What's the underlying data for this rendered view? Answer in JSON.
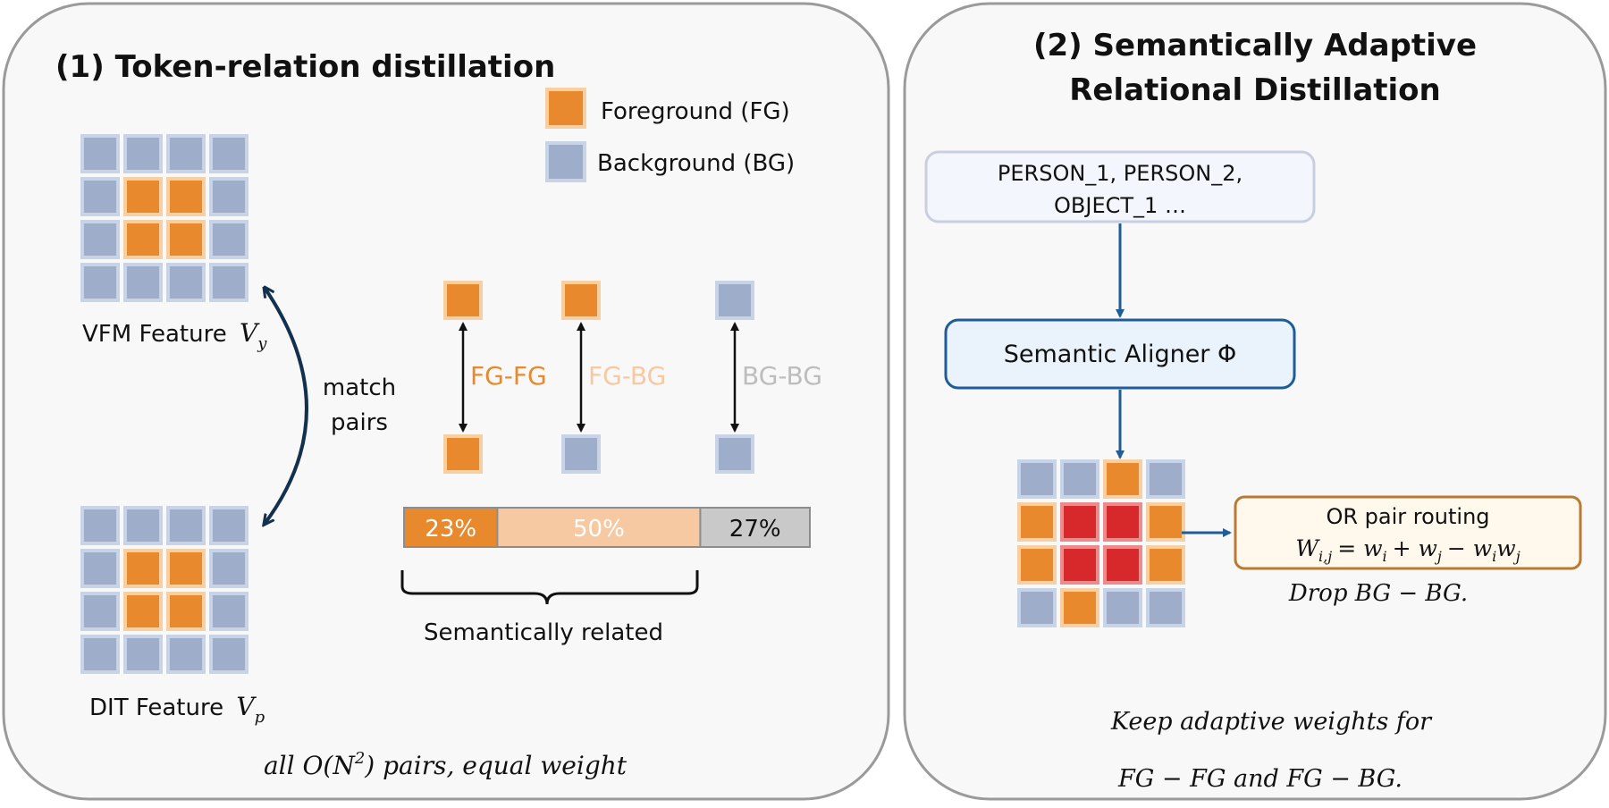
{
  "colors": {
    "fg": "#E8892E",
    "fg_border": "#F7CFA0",
    "bg": "#9EADC9",
    "bg_border": "#C9D3E6",
    "fg_strong": "#D7282C",
    "fg_strong_border": "#E98C8C",
    "panel_fill": "#F8F8F8",
    "panel_stroke": "#9A9A9A",
    "flow": "#1F5D97",
    "aligner_fill": "#EAF3FB",
    "prompt_fill": "#F3F6FC",
    "prompt_stroke": "#C9CFE0",
    "routing_stroke": "#B97A31",
    "routing_fill": "#FFF8EC",
    "fgbg_label": "#F6C9A2",
    "bgbg_label": "#BDBDBD",
    "bar_bg": "#C9C9C9"
  },
  "left": {
    "title": "(1) Token-relation distillation",
    "legend": [
      {
        "kind": "fg",
        "label": "Foreground (FG)"
      },
      {
        "kind": "bg",
        "label": "Background (BG)"
      }
    ],
    "vfm_label": "VFM Feature",
    "vfm_symbol": "V",
    "vfm_sub": "y",
    "dit_label": "DIT Feature",
    "dit_symbol": "V",
    "dit_sub": "p",
    "match_line1": "match",
    "match_line2": "pairs",
    "pairs": [
      {
        "label": "FG-FG",
        "top": "fg",
        "bottom": "fg",
        "label_color": "#E8892E"
      },
      {
        "label": "FG-BG",
        "top": "fg",
        "bottom": "bg",
        "label_color": "#F6C9A2"
      },
      {
        "label": "BG-BG",
        "top": "bg",
        "bottom": "bg",
        "label_color": "#BDBDBD"
      }
    ],
    "bar": [
      {
        "label": "23%",
        "value": 23
      },
      {
        "label": "50%",
        "value": 50
      },
      {
        "label": "27%",
        "value": 27
      }
    ],
    "bracket_label": "Semantically related",
    "footer_prefix": "all O(N",
    "footer_exp": "2",
    "footer_suffix": ") pairs, equal weight"
  },
  "right": {
    "title_line1": "(2) Semantically Adaptive",
    "title_line2": "Relational Distillation",
    "prompt_line1": "PERSON_1, PERSON_2,",
    "prompt_line2": "OBJECT_1 …",
    "aligner_label": "Semantic Aligner Φ",
    "routing_title": "OR pair routing",
    "routing_formula": "W",
    "routing_sub": "i,j",
    "routing_rhs": "= w",
    "routing_rhs_rest": "i",
    "formula_full_a": "+ w",
    "formula_full_b": "j",
    "formula_full_c": "− w",
    "formula_full_d": "i",
    "formula_full_e": "w",
    "formula_full_f": "j",
    "drop_text": "Drop BG − BG.",
    "keep_line1": "Keep adaptive weights for",
    "keep_line2": "FG − FG and FG − BG."
  },
  "grids": {
    "vfm": [
      [
        "bg",
        "bg",
        "bg",
        "bg"
      ],
      [
        "bg",
        "fg",
        "fg",
        "bg"
      ],
      [
        "bg",
        "fg",
        "fg",
        "bg"
      ],
      [
        "bg",
        "bg",
        "bg",
        "bg"
      ]
    ],
    "dit": [
      [
        "bg",
        "bg",
        "bg",
        "bg"
      ],
      [
        "bg",
        "fg",
        "fg",
        "bg"
      ],
      [
        "bg",
        "fg",
        "fg",
        "bg"
      ],
      [
        "bg",
        "bg",
        "bg",
        "bg"
      ]
    ],
    "adaptive": [
      [
        "bg",
        "bg",
        "fg",
        "bg"
      ],
      [
        "fg",
        "fs",
        "fs",
        "fg"
      ],
      [
        "fg",
        "fs",
        "fs",
        "fg"
      ],
      [
        "bg",
        "fg",
        "bg",
        "bg"
      ]
    ]
  }
}
